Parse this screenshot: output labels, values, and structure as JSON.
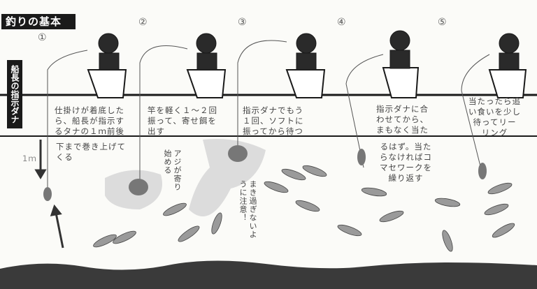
{
  "title": "釣りの基本",
  "side_label": "船長の指示ダナ",
  "depth_label": "1ｍ",
  "steps": [
    {
      "num": "①",
      "text": "仕掛けが着底した\nら、船長が指示す\nるタナの１ｍ前後",
      "text2": "下まで巻き上げて\nくる"
    },
    {
      "num": "②",
      "text": "竿を軽く１～２回\n振って、寄せ餌を\n出す",
      "note": "アジが寄り始める"
    },
    {
      "num": "③",
      "text": "指示ダナでもう\n１回、ソフトに\n振ってから待つ",
      "note": "まき過ぎないように注意！"
    },
    {
      "num": "④",
      "text": "指示ダナに合\nわせてから、\nまもなく当た",
      "text2": "るはず。当た\nらなければコ\nマセワークを\n繰り返す"
    },
    {
      "num": "⑤",
      "text": "当たったら追\nい食いを少し\n待ってリー\nリング"
    }
  ],
  "colors": {
    "ink": "#1a1a1a",
    "seabed": "#3a3a3a",
    "cloud": "#d8d8d8"
  }
}
